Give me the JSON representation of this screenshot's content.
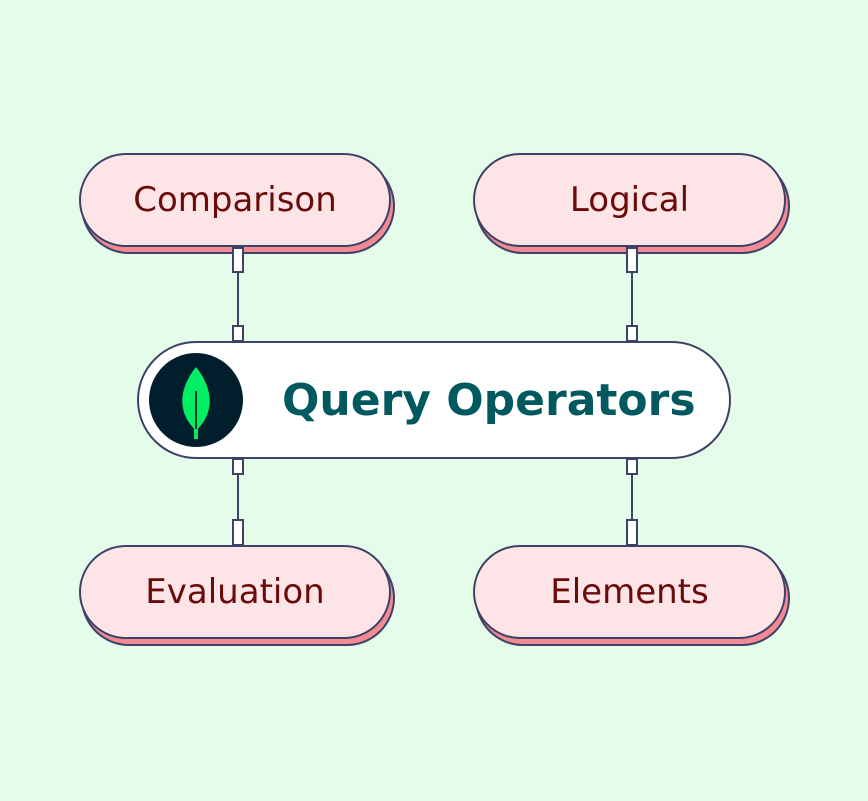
{
  "center": {
    "title": "Query Operators",
    "icon": "leaf-icon"
  },
  "nodes": {
    "top_left": "Comparison",
    "top_right": "Logical",
    "bottom_left": "Evaluation",
    "bottom_right": "Elements"
  },
  "colors": {
    "background": "#e6fcea",
    "pill_fill": "#fde4e7",
    "pill_shadow": "#f28a94",
    "outline": "#3d4266",
    "node_text": "#6b0a0a",
    "title_text": "#00595f",
    "logo_bg": "#001e2b",
    "leaf": "#00ed64"
  }
}
